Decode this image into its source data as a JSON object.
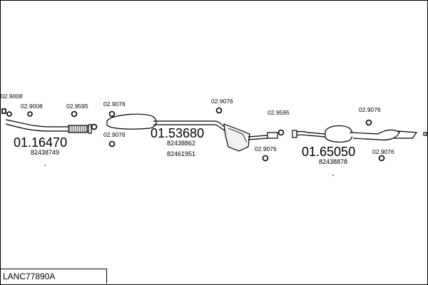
{
  "diagram": {
    "components": [
      {
        "part_number": "01.16470",
        "oe_ref": "82438749"
      },
      {
        "part_number": "01.53680",
        "oe_refs": [
          "82438862",
          "82461951"
        ]
      },
      {
        "part_number": "01.65050",
        "oe_ref": "82438878"
      }
    ],
    "fittings": [
      "02.9008",
      "02.9008",
      "02.9595",
      "02.9076",
      "02.9076",
      "02.9076",
      "02.9595",
      "02.9076",
      "02.9076",
      "02.9076"
    ]
  },
  "footer": {
    "kit_code": "LANC77890A"
  },
  "colors": {
    "line": "#000000",
    "background": "#ffffff"
  }
}
